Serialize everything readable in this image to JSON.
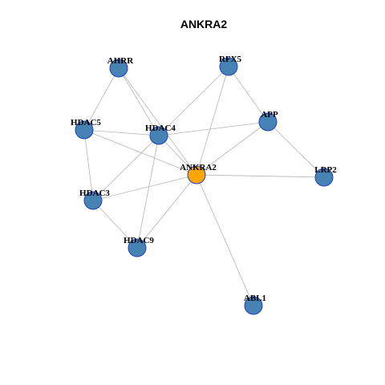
{
  "title": "ANKRA2",
  "colors": {
    "hub_fill": "#ffa500",
    "node_fill": "#4682b4",
    "node_border": "#1f3fbf",
    "edge": "#b5b5b5"
  },
  "nodes": [
    {
      "id": "ANKRA2",
      "label": "ANKRA2",
      "hub": true
    },
    {
      "id": "AHRR",
      "label": "AHRR",
      "hub": false
    },
    {
      "id": "RFX5",
      "label": "RFX5",
      "hub": false
    },
    {
      "id": "HDAC5",
      "label": "HDAC5",
      "hub": false
    },
    {
      "id": "HDAC4",
      "label": "HDAC4",
      "hub": false
    },
    {
      "id": "APP",
      "label": "APP",
      "hub": false
    },
    {
      "id": "LRP2",
      "label": "LRP2",
      "hub": false
    },
    {
      "id": "HDAC3",
      "label": "HDAC3",
      "hub": false
    },
    {
      "id": "HDAC9",
      "label": "HDAC9",
      "hub": false
    },
    {
      "id": "ABL1",
      "label": "ABL1",
      "hub": false
    }
  ],
  "edges": [
    [
      "ANKRA2",
      "AHRR"
    ],
    [
      "ANKRA2",
      "RFX5"
    ],
    [
      "ANKRA2",
      "HDAC5"
    ],
    [
      "ANKRA2",
      "HDAC4"
    ],
    [
      "ANKRA2",
      "APP"
    ],
    [
      "ANKRA2",
      "LRP2"
    ],
    [
      "ANKRA2",
      "HDAC3"
    ],
    [
      "ANKRA2",
      "HDAC9"
    ],
    [
      "ANKRA2",
      "ABL1"
    ],
    [
      "AHRR",
      "HDAC5"
    ],
    [
      "AHRR",
      "HDAC4"
    ],
    [
      "RFX5",
      "HDAC4"
    ],
    [
      "RFX5",
      "APP"
    ],
    [
      "HDAC5",
      "HDAC4"
    ],
    [
      "HDAC5",
      "HDAC3"
    ],
    [
      "HDAC4",
      "APP"
    ],
    [
      "HDAC4",
      "HDAC3"
    ],
    [
      "HDAC4",
      "HDAC9"
    ],
    [
      "APP",
      "LRP2"
    ],
    [
      "HDAC3",
      "HDAC9"
    ]
  ]
}
